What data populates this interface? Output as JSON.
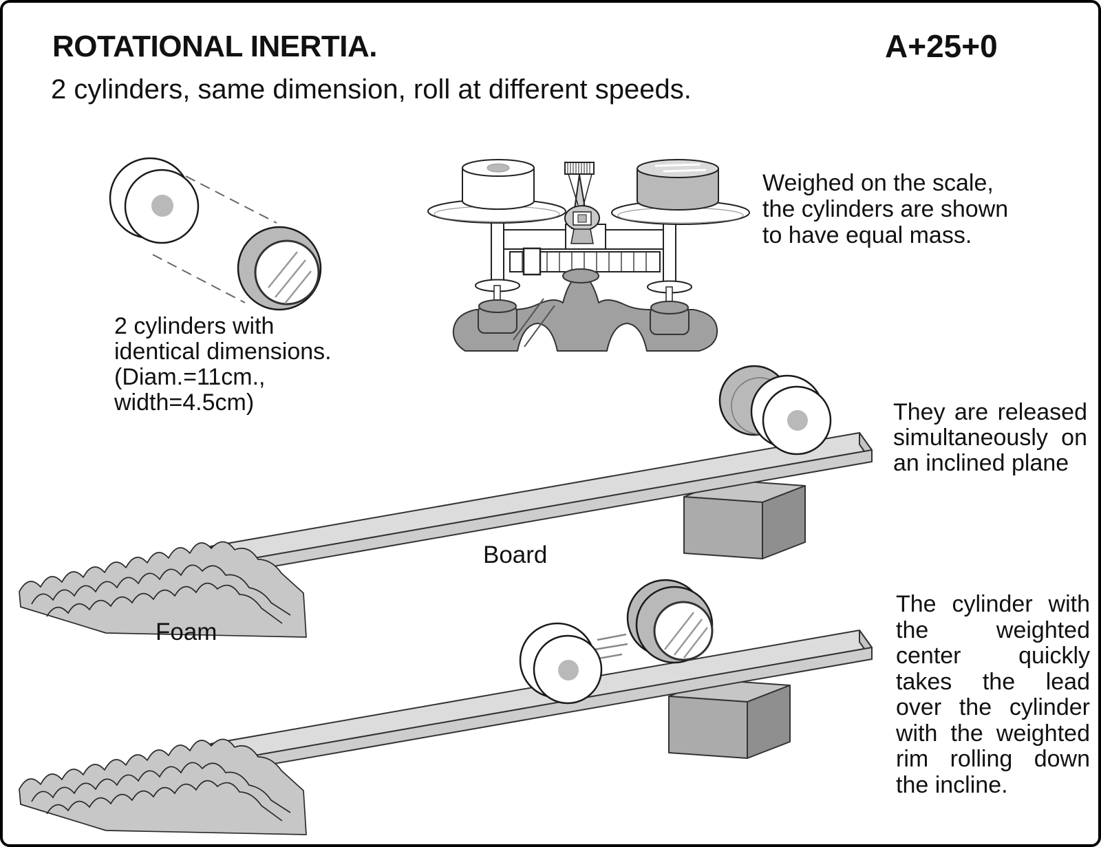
{
  "header": {
    "title": "ROTATIONAL INERTIA.",
    "code": "A+25+0",
    "subtitle": "2 cylinders, same dimension, roll at different speeds."
  },
  "captions": {
    "cylinders": {
      "lines": [
        "2 cylinders with",
        "identical dimensions.",
        "(Diam.=11cm.,",
        "width=4.5cm)"
      ]
    },
    "weighing": {
      "lines": [
        "Weighed on the scale,",
        "the cylinders are shown",
        "to have equal mass."
      ]
    },
    "release": {
      "lines": [
        "They are released",
        "simultaneously on",
        "an inclined plane"
      ]
    },
    "result": {
      "lines": [
        "The cylinder with",
        "the weighted",
        "center quickly",
        "takes the lead",
        "over the cylinder",
        "with the weighted",
        "rim rolling down",
        "the incline."
      ]
    }
  },
  "labels": {
    "board": "Board",
    "foam": "Foam"
  },
  "colors": {
    "ink": "#111111",
    "board_gray": "#dcdcdc",
    "mid_gray": "#b9b9b9",
    "foam_gray": "#c7c7c7",
    "base_gray": "#a0a0a0",
    "background": "#ffffff"
  }
}
